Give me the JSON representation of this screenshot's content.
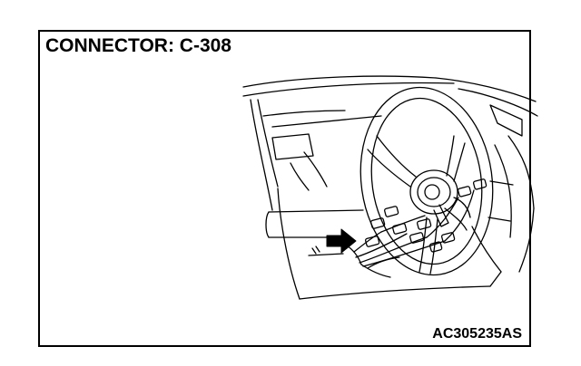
{
  "figure": {
    "title": "CONNECTOR: C-308",
    "figure_id": "AC305235AS"
  },
  "colors": {
    "line": "#000000",
    "background": "#ffffff"
  },
  "illustration": {
    "subject": "steering-wheel-area-with-connector-c-308",
    "arrow_icon": "arrow-right-icon"
  }
}
